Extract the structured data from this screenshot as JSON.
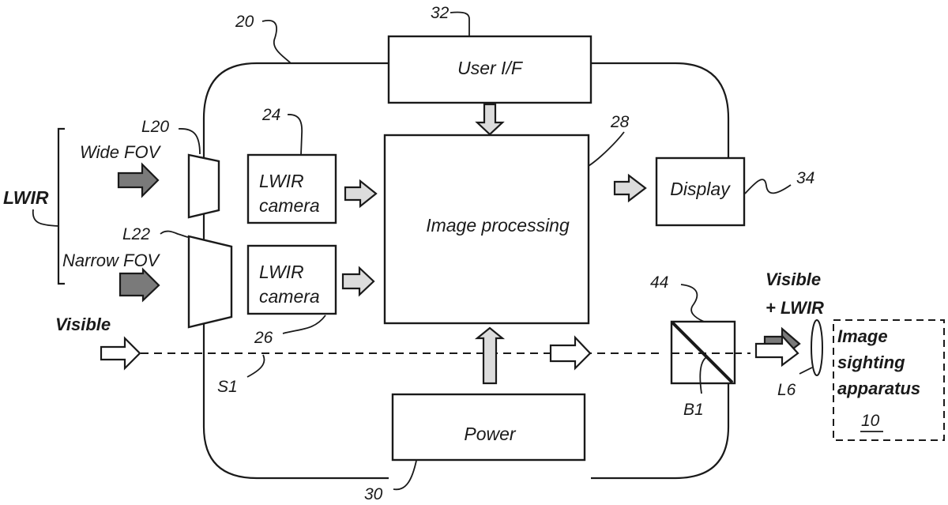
{
  "diagram": {
    "type": "block-diagram",
    "blocks": {
      "user_if": "User I/F",
      "image_processing": "Image processing",
      "display": "Display",
      "power": "Power",
      "camera_wide_line1": "LWIR",
      "camera_wide_line2": "camera",
      "camera_narrow_line1": "LWIR",
      "camera_narrow_line2": "camera",
      "sighting_line1": "Image",
      "sighting_line2": "sighting",
      "sighting_line3": "apparatus",
      "sighting_ref": "10"
    },
    "inputs": {
      "lwir": "LWIR",
      "wide_fov": "Wide FOV",
      "narrow_fov": "Narrow FOV",
      "visible": "Visible",
      "output_line1": "Visible",
      "output_line2": "+ LWIR"
    },
    "reference_numerals": {
      "housing": "20",
      "user_if": "32",
      "camera_wide": "24",
      "camera_narrow": "26",
      "image_processing": "28",
      "display": "34",
      "power": "30",
      "beam_splitter": "44",
      "beam_splitter_surface": "B1",
      "lens_wide": "L20",
      "lens_narrow": "L22",
      "output_lens": "L6",
      "optical_path": "S1"
    }
  }
}
